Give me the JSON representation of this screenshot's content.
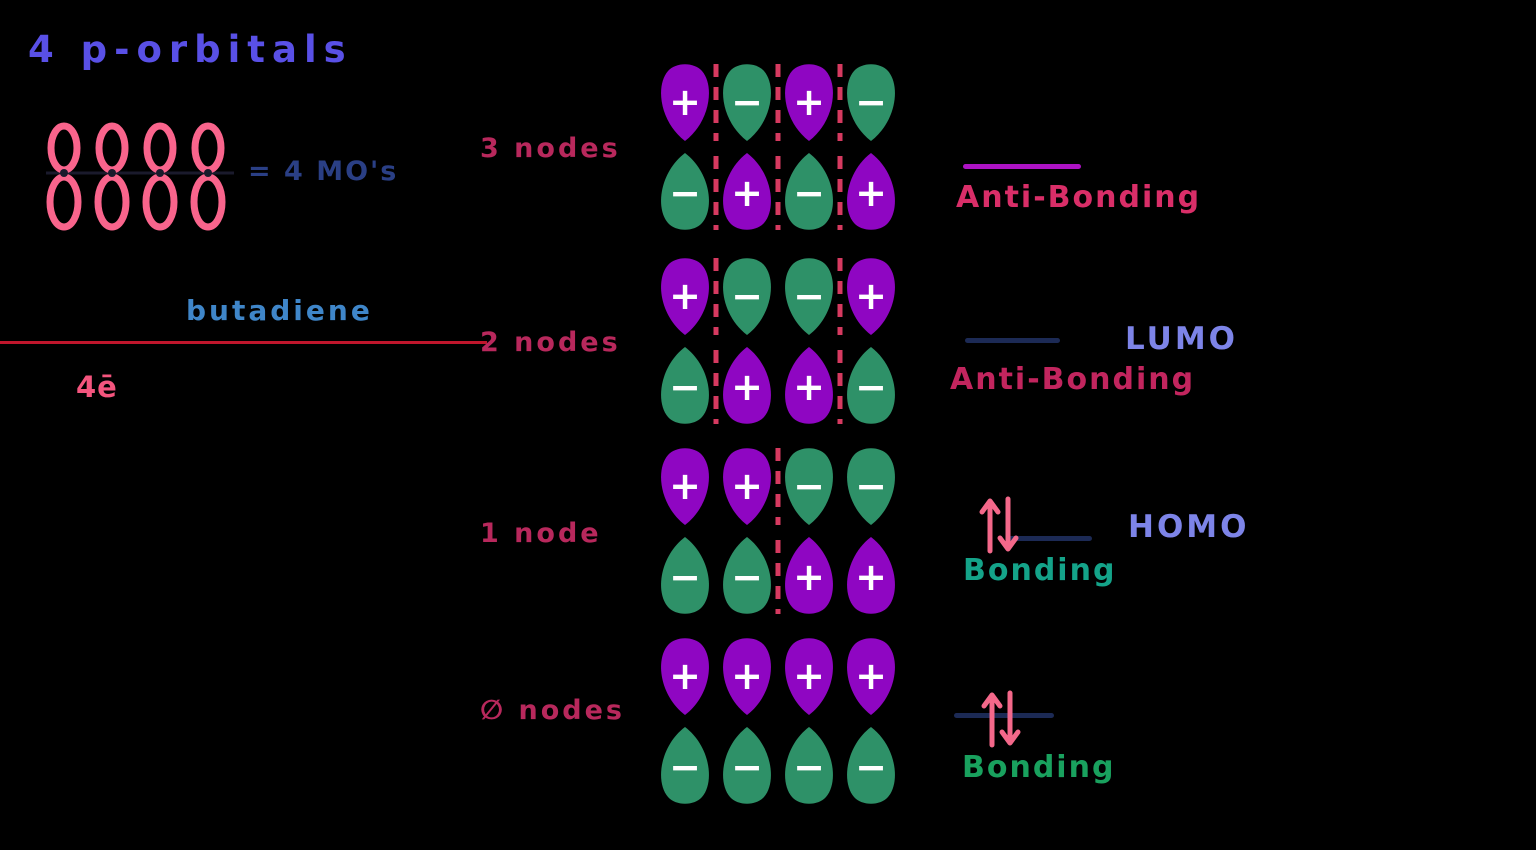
{
  "background": "#000000",
  "title": {
    "text": "4 p-orbitals",
    "color": "#5950e6"
  },
  "left_panel": {
    "p_orbital_sketch": {
      "orbital_count": 4,
      "color": "#f9648c",
      "axis_color": "#1a1a2c"
    },
    "equals_label": {
      "text": "= 4 MO's",
      "color": "#2a3f85"
    },
    "molecule": {
      "text": "butadiene",
      "color": "#3f86c9"
    },
    "electron_count": {
      "text": "4ē",
      "color": "#f4557e"
    },
    "divider_color": "#c0162c"
  },
  "lobe_colors": {
    "plus": "#8f06c2",
    "minus": "#2e9168"
  },
  "sign_color": "#ffffff",
  "node_line_color": "#d63a60",
  "mo_rows": [
    {
      "nodes_label": "3 nodes",
      "nodes_label_color": "#b8285c",
      "top_signs": [
        "+",
        "−",
        "+",
        "−"
      ],
      "bottom_signs": [
        "−",
        "+",
        "−",
        "+"
      ],
      "node_positions": [
        1,
        2,
        3
      ],
      "energy": {
        "has_electrons": false,
        "line_color": "#ad13c4",
        "side_label": null,
        "type_label": {
          "text": "Anti-Bonding",
          "color": "#d92e68"
        }
      }
    },
    {
      "nodes_label": "2 nodes",
      "nodes_label_color": "#b8285c",
      "top_signs": [
        "+",
        "−",
        "−",
        "+"
      ],
      "bottom_signs": [
        "−",
        "+",
        "+",
        "−"
      ],
      "node_positions": [
        1,
        3
      ],
      "energy": {
        "has_electrons": false,
        "line_color": "#1c2a55",
        "side_label": {
          "text": "LUMO",
          "color": "#7d84e8"
        },
        "type_label": {
          "text": "Anti-Bonding",
          "color": "#c2255e"
        }
      }
    },
    {
      "nodes_label": "1 node",
      "nodes_label_color": "#b8285c",
      "top_signs": [
        "+",
        "+",
        "−",
        "−"
      ],
      "bottom_signs": [
        "−",
        "−",
        "+",
        "+"
      ],
      "node_positions": [
        2
      ],
      "energy": {
        "has_electrons": true,
        "electron_color": "#f4688a",
        "line_color": "#1c2a55",
        "side_label": {
          "text": "HOMO",
          "color": "#7d84e8"
        },
        "type_label": {
          "text": "Bonding",
          "color": "#14a389"
        }
      }
    },
    {
      "nodes_label": "∅ nodes",
      "nodes_label_color": "#b8285c",
      "top_signs": [
        "+",
        "+",
        "+",
        "+"
      ],
      "bottom_signs": [
        "−",
        "−",
        "−",
        "−"
      ],
      "node_positions": [],
      "energy": {
        "has_electrons": true,
        "electron_color": "#f4688a",
        "line_color": "#1c2a55",
        "side_label": null,
        "type_label": {
          "text": "Bonding",
          "color": "#19a15e"
        }
      }
    }
  ]
}
